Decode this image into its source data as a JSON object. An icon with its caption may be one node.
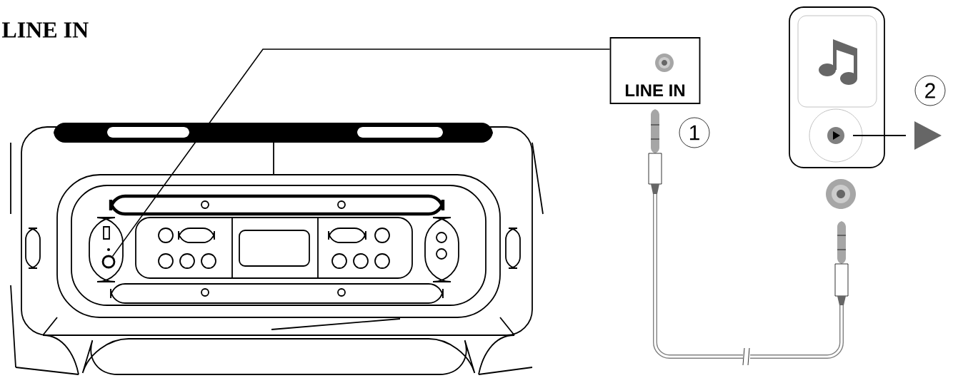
{
  "diagram": {
    "title": "LINE IN",
    "nodes": [
      {
        "text": [
          "LINE IN"
        ]
      },
      {
        "text": [],
        "shape": "circle"
      }
    ],
    "edges": [
      {
        "from": 0,
        "to": 1,
        "arrow": "none"
      }
    ],
    "labels": [
      "1",
      "2"
    ]
  }
}
